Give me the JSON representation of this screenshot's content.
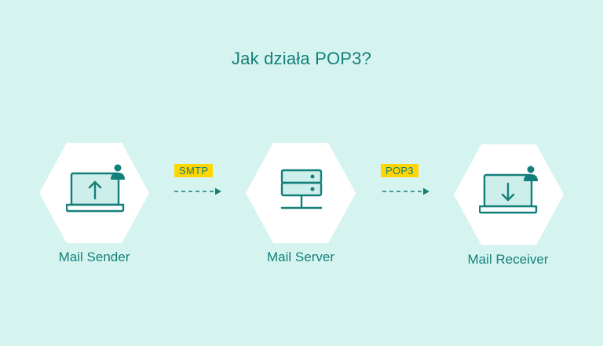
{
  "title": "Jak działa POP3?",
  "nodes": [
    {
      "label": "Mail Sender",
      "icon": "laptop-upload-user-icon"
    },
    {
      "label": "Mail Server",
      "icon": "server-icon"
    },
    {
      "label": "Mail Receiver",
      "icon": "laptop-download-user-icon"
    }
  ],
  "connections": [
    {
      "label": "SMTP",
      "from": "Mail Sender",
      "to": "Mail Server"
    },
    {
      "label": "POP3",
      "from": "Mail Server",
      "to": "Mail Receiver"
    }
  ],
  "colors": {
    "background": "#d6f4ef",
    "hexagon": "#ffffff",
    "primary": "#137f7a",
    "icon_fill": "#cdeeea",
    "label_highlight": "#ffd600"
  }
}
